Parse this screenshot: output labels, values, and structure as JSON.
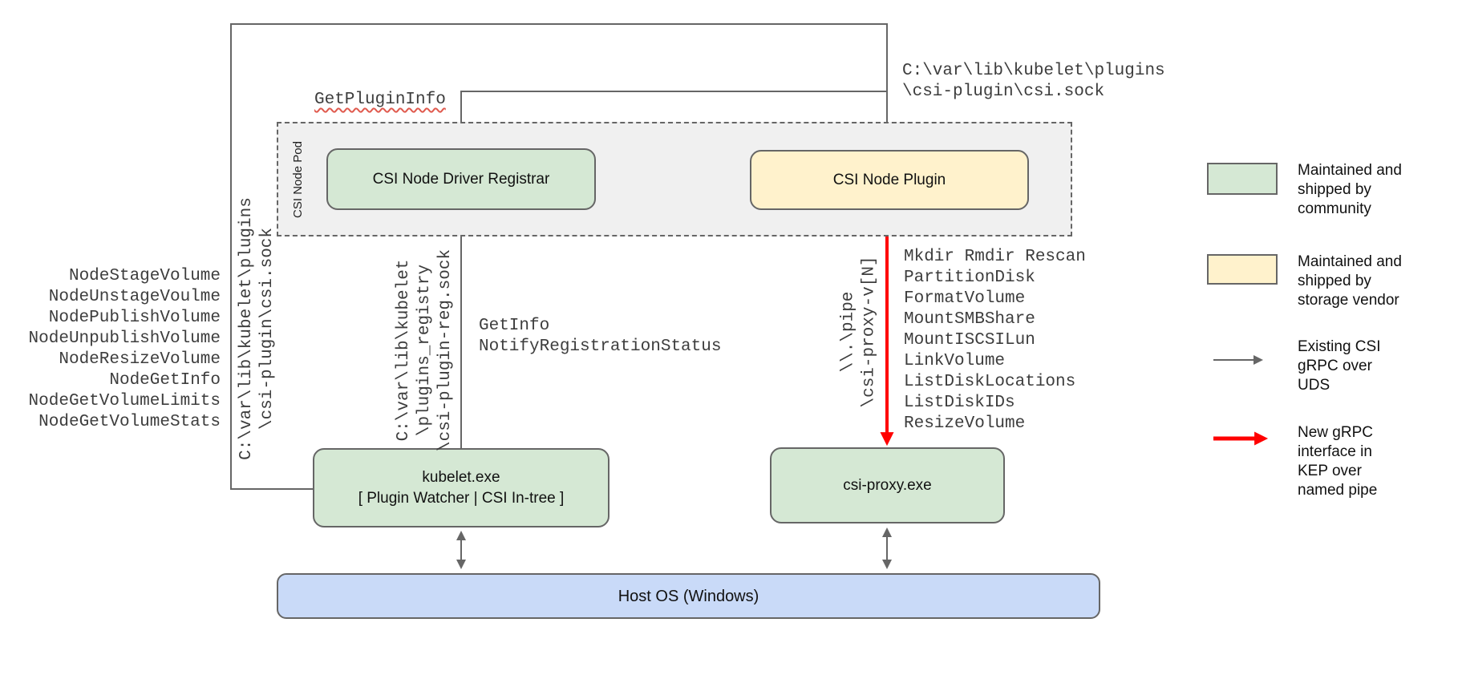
{
  "nodes": {
    "pod_label": "CSI Node Pod",
    "registrar": "CSI Node Driver Registrar",
    "plugin": "CSI Node Plugin",
    "kubelet": "kubelet.exe\n[ Plugin Watcher | CSI In-tree ]",
    "csi_proxy": "csi-proxy.exe",
    "host_os": "Host OS (Windows)"
  },
  "edge_labels": {
    "get_plugin_info": "GetPluginInfo",
    "csi_sock_top": "C:\\var\\lib\\kubelet\\plugins\n\\csi-plugin\\csi.sock",
    "csi_sock_left": "C:\\var\\lib\\kubelet\\plugins\n\\csi-plugin\\csi.sock",
    "reg_sock": "C:\\var\\lib\\kubelet\n\\plugins_registry\n\\csi-plugin-reg.sock",
    "registration_calls": "GetInfo\nNotifyRegistrationStatus",
    "named_pipe": "\\\\.\\pipe\n\\csi-proxy-v[N]"
  },
  "node_csi_calls": [
    "NodeStageVolume",
    "NodeUnstageVoulme",
    "NodePublishVolume",
    "NodeUnpublishVolume",
    "NodeResizeVolume",
    "NodeGetInfo",
    "NodeGetVolumeLimits",
    "NodeGetVolumeStats"
  ],
  "proxy_api_calls": [
    "Mkdir Rmdir Rescan",
    "PartitionDisk",
    "FormatVolume",
    "MountSMBShare",
    "MountISCSILun",
    "LinkVolume",
    "ListDiskLocations",
    "ListDiskIDs",
    "ResizeVolume"
  ],
  "legend": {
    "community": "Maintained and\nshipped by\ncommunity",
    "vendor": "Maintained and\nshipped by\nstorage vendor",
    "uds": "Existing CSI\ngRPC over\nUDS",
    "pipe": "New gRPC\ninterface in\nKEP over\nnamed pipe"
  },
  "colors": {
    "community_fill": "#d5e8d4",
    "vendor_fill": "#fff2cc",
    "host_fill": "#c9daf8",
    "pod_fill": "#f0f0f0",
    "line_gray": "#666666",
    "new_interface_red": "#ff0000",
    "spellcheck_squiggle": "#e05a4e"
  }
}
